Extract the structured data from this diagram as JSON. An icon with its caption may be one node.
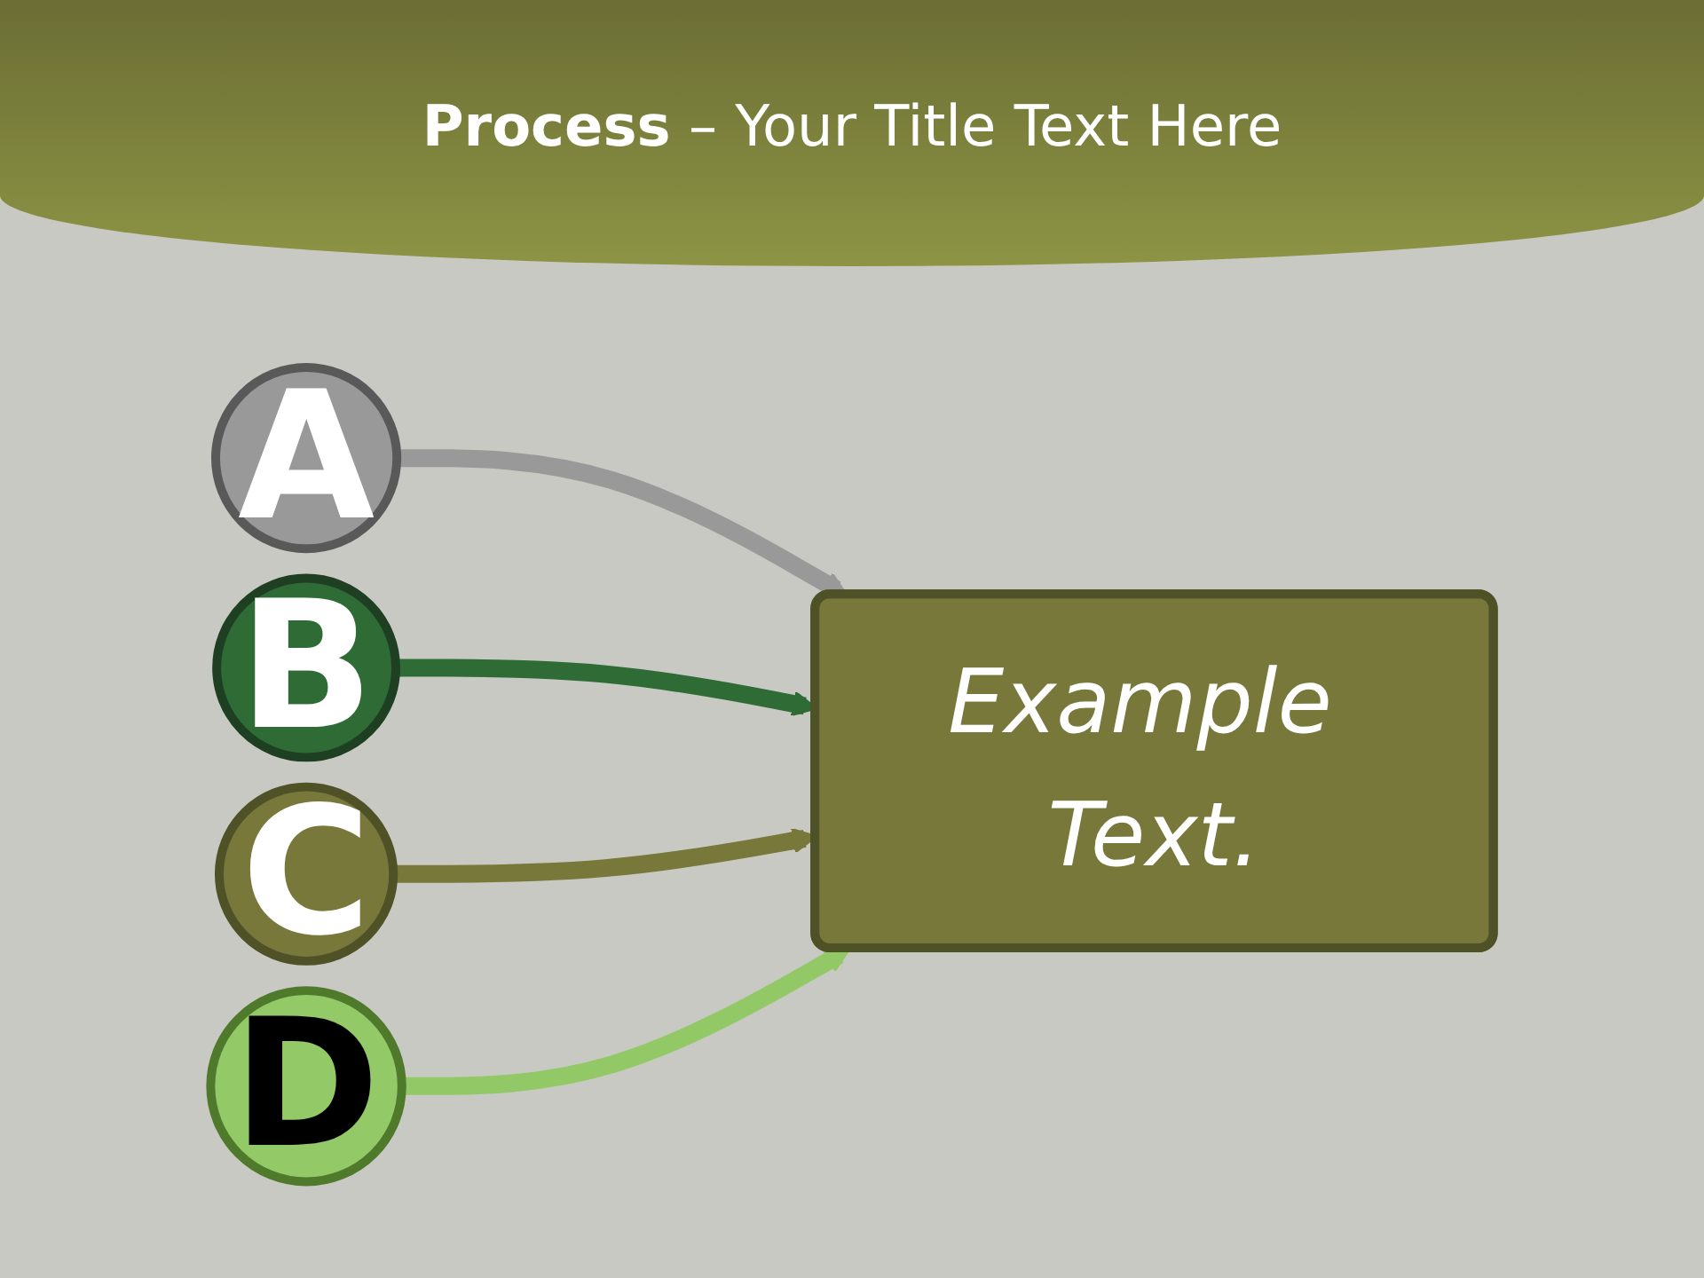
{
  "diagram": {
    "title": "**Process** – Your Title Text Here",
    "nodes": [
      {
        "text": [
          "A"
        ]
      },
      {
        "text": [
          "B"
        ]
      },
      {
        "text": [
          "C"
        ]
      },
      {
        "text": [
          "D"
        ]
      },
      {
        "text": [
          "Example Text."
        ]
      }
    ],
    "edges": [
      {
        "from": 0,
        "to": 4,
        "arrow": "to",
        "color": "#999999"
      },
      {
        "from": 1,
        "to": 4,
        "arrow": "to",
        "color": "#2e6b35"
      },
      {
        "from": 2,
        "to": 4,
        "arrow": "to",
        "color": "#77783a"
      },
      {
        "from": 3,
        "to": 4,
        "arrow": "to",
        "color": "#92c866"
      }
    ]
  }
}
